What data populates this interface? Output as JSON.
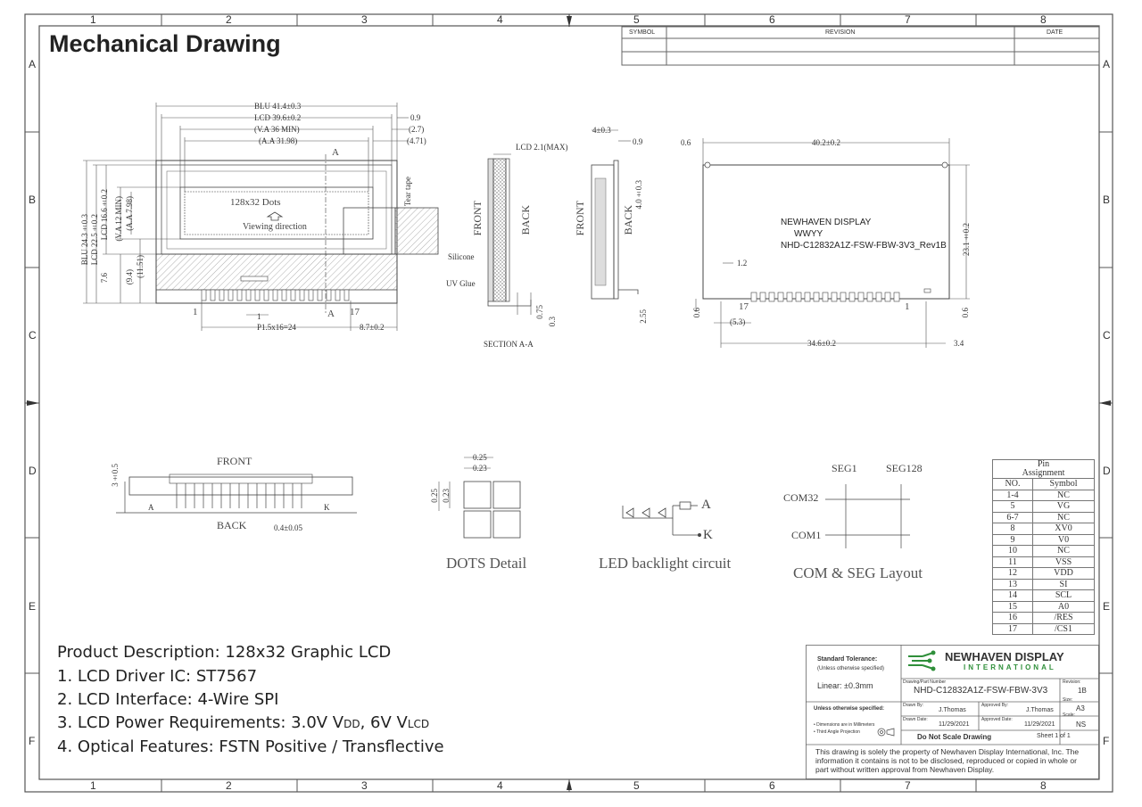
{
  "title": "Mechanical Drawing",
  "grid": {
    "cols": [
      "1",
      "2",
      "3",
      "4",
      "5",
      "6",
      "7",
      "8"
    ],
    "rows": [
      "A",
      "B",
      "C",
      "D",
      "E",
      "F"
    ]
  },
  "revision_block": {
    "symbol": "SYMBOL",
    "revision": "REVISION",
    "date": "DATE"
  },
  "front_view": {
    "dims_top": [
      "BLU 41.4±0.3",
      "LCD 39.6±0.2",
      "(V.A 36 MIN)",
      "(A.A 31.98)"
    ],
    "dims_top_right": [
      "0.9",
      "(2.7)",
      "(4.71)"
    ],
    "dims_left": [
      "BLU 24.3±0.3",
      "LCD 22.5±0.2",
      "LCD 16.6±0.2",
      "(V.A 12 MIN)",
      "(A.A 7.98)",
      "(9.4)",
      "(11.51)",
      "7.6"
    ],
    "screen_text": "128x32 Dots",
    "viewing": "Viewing direction",
    "tear_tape": "Tear tape",
    "section_mark": "A",
    "pin_1": "1",
    "pin_17": "17",
    "pin_dim_1": "1",
    "pitch": "P1.5x16=24",
    "pin_right": "8.7±0.2"
  },
  "section_view": {
    "lcd_max": "LCD 2.1(MAX)",
    "front": "FRONT",
    "back": "BACK",
    "silicone": "Silicone",
    "uv_glue": "UV Glue",
    "dim_075": "0.75",
    "dim_03": "0.3",
    "caption": "SECTION A-A"
  },
  "side_view": {
    "top": "4±0.3",
    "right": "0.9",
    "right2": "4.0±0.3",
    "front": "FRONT",
    "back": "BACK",
    "bottom": "2.55"
  },
  "back_view": {
    "width": "40.2±0.2",
    "left_off": "0.6",
    "height": "23.1±0.2",
    "brand": "NEWHAVEN DISPLAY",
    "date_code": "WWYY",
    "part": "NHD-C12832A1Z-FSW-FBW-3V3_Rev1B",
    "dim_12": "1.2",
    "pin_17": "17",
    "pin_1": "1",
    "dim_53": "(5.3)",
    "dim_06l": "0.6",
    "dim_06r": "0.6",
    "width2": "34.6±0.2",
    "dim_34": "3.4"
  },
  "connector": {
    "front": "FRONT",
    "back": "BACK",
    "dim_left": "3±0.5",
    "a": "A",
    "k": "K",
    "pitch": "0.4±0.05"
  },
  "dots": {
    "dim1": "0.25",
    "dim2": "0.23",
    "dim3": "0.25",
    "dim4": "0.23",
    "caption": "DOTS Detail"
  },
  "led": {
    "a": "A",
    "k": "K",
    "caption": "LED backlight circuit"
  },
  "comseg": {
    "seg1": "SEG1",
    "seg128": "SEG128",
    "com32": "COM32",
    "com1": "COM1",
    "caption": "COM & SEG Layout"
  },
  "pin_table": {
    "title1": "Pin",
    "title2": "Assignment",
    "col_no": "NO.",
    "col_sym": "Symbol",
    "rows": [
      [
        "1-4",
        "NC"
      ],
      [
        "5",
        "VG"
      ],
      [
        "6-7",
        "NC"
      ],
      [
        "8",
        "XV0"
      ],
      [
        "9",
        "V0"
      ],
      [
        "10",
        "NC"
      ],
      [
        "11",
        "VSS"
      ],
      [
        "12",
        "VDD"
      ],
      [
        "13",
        "SI"
      ],
      [
        "14",
        "SCL"
      ],
      [
        "15",
        "A0"
      ],
      [
        "16",
        "/RES"
      ],
      [
        "17",
        "/CS1"
      ]
    ]
  },
  "description": {
    "title": "Product Description: 128x32 Graphic LCD",
    "items": [
      "1. LCD Driver IC: ST7567",
      "2. LCD Interface: 4-Wire SPI",
      "3. LCD Power Requirements:  3.0V V",
      "4. Optical Features:  FSTN Positive / Transflective"
    ],
    "vdd_sub": "DD",
    "vlcd_pre": ", 6V V",
    "vlcd_sub": "LCD"
  },
  "title_block": {
    "std_tol": "Standard Tolerance:",
    "unless": "(Unless otherwise specified)",
    "linear": "Linear:   ±0.3mm",
    "logo_top": "NEWHAVEN DISPLAY",
    "logo_bottom": "INTERNATIONAL",
    "dpn_label": "Drawing/Part Number",
    "dpn": "NHD-C12832A1Z-FSW-FBW-3V3",
    "rev_label": "Revision:",
    "rev": "1B",
    "unless2": "Unless otherwise specified:",
    "drawn_by_label": "Drawn By:",
    "drawn_by": "J.Thomas",
    "approved_by_label": "Approved By:",
    "approved_by": "J.Thomas",
    "size_label": "Size:",
    "size": "A3",
    "dims_mm": "• Dimensions are in Millimeters",
    "third_angle": "• Third Angle Projection",
    "drawn_date_label": "Drawn Date:",
    "drawn_date": "11/29/2021",
    "approved_date_label": "Approved Date:",
    "approved_date": "11/29/2021",
    "scale_label": "Scale:",
    "scale": "NS",
    "no_scale": "Do Not Scale Drawing",
    "sheet": "Sheet 1 of 1",
    "notice": "This drawing is solely the property of Newhaven Display International, Inc. The information it contains is not to be disclosed, reproduced or copied in whole or part without written approval from Newhaven Display."
  }
}
